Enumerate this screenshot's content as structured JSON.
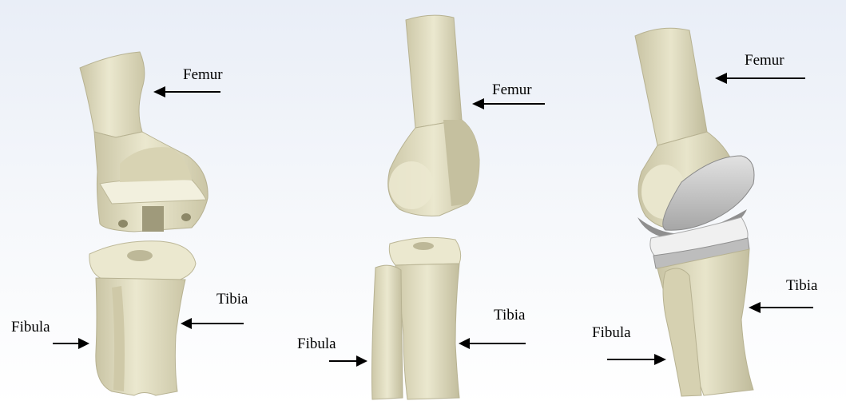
{
  "panels": [
    {
      "labels": {
        "femur": "Femur",
        "tibia": "Tibia",
        "fibula": "Fibula"
      }
    },
    {
      "labels": {
        "femur": "Femur",
        "tibia": "Tibia",
        "fibula": "Fibula"
      }
    },
    {
      "labels": {
        "femur": "Femur",
        "tibia": "Tibia",
        "fibula": "Fibula"
      }
    }
  ],
  "colors": {
    "bone": "#e6e2c4",
    "bone_shadow": "#c7c2a0",
    "bone_dark": "#a9a485",
    "implant": "#d9d9d9",
    "implant_dark": "#9a9a9a",
    "background_top": "#e8edf6",
    "arrow": "#000000"
  }
}
